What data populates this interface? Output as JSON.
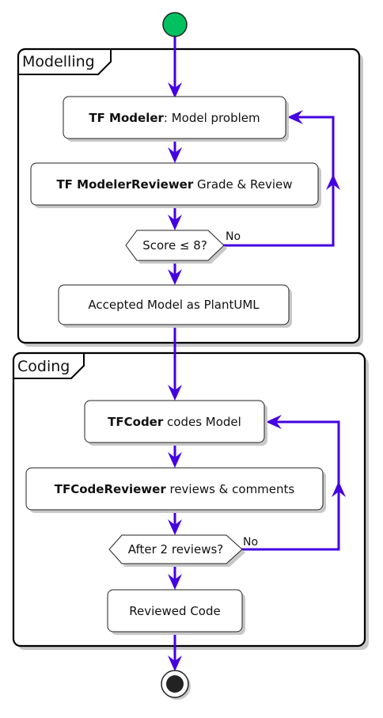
{
  "groups": {
    "modelling": {
      "title": "Modelling"
    },
    "coding": {
      "title": "Coding"
    }
  },
  "modelling": {
    "step1": {
      "bold": "TF Modeler",
      "rest": ": Model problem"
    },
    "step2": {
      "bold": "TF ModelerReviewer",
      "rest": " Grade & Review"
    },
    "decision": {
      "text": "Score ≤ 8?",
      "loop_label": "No"
    },
    "result": {
      "text": "Accepted Model as PlantUML"
    }
  },
  "coding": {
    "step1": {
      "bold": "TFCoder",
      "rest": " codes Model"
    },
    "step2": {
      "bold": "TFCodeReviewer",
      "rest": " reviews & comments"
    },
    "decision": {
      "text": "After 2 reviews?",
      "loop_label": "No"
    },
    "result": {
      "text": "Reviewed Code"
    }
  },
  "colors": {
    "flow": "#4400e0",
    "start": "#00c060",
    "end": "#222222"
  }
}
